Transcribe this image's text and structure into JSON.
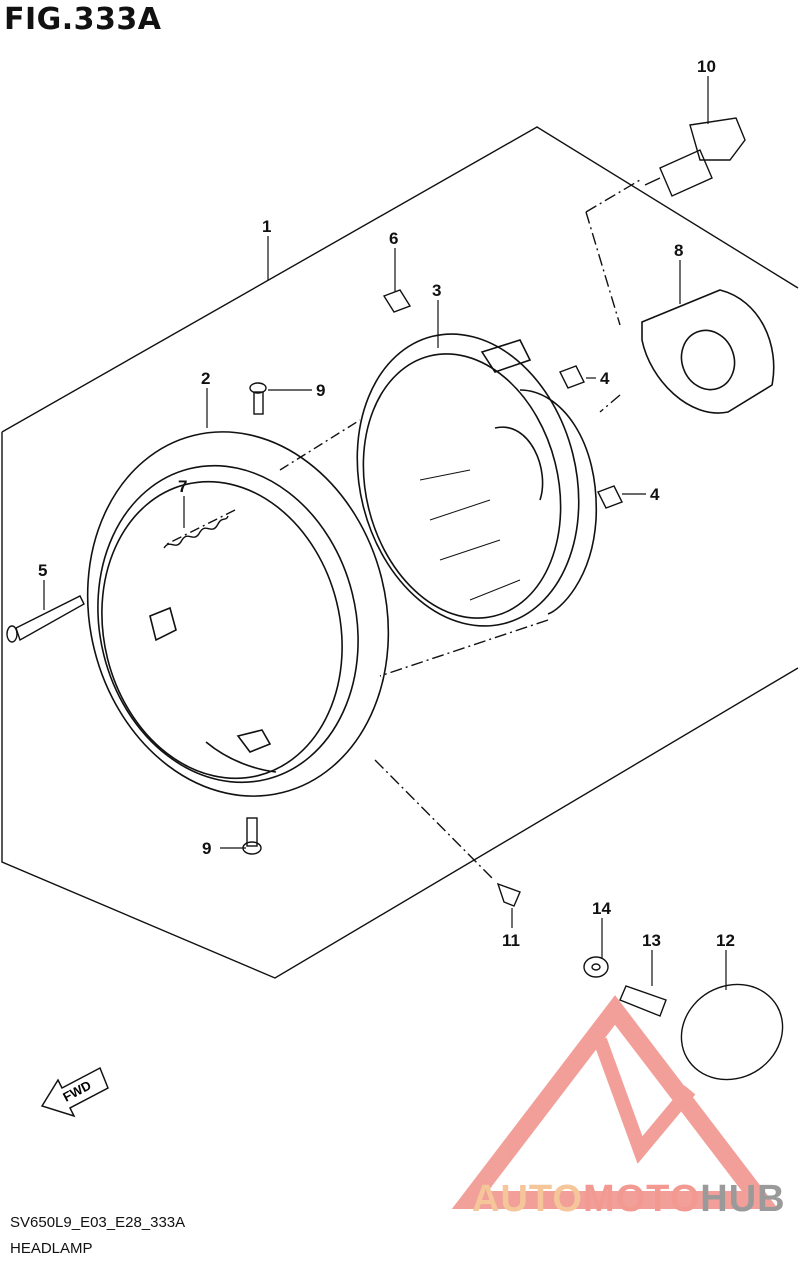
{
  "figure": {
    "title": "FIG.333A",
    "model_code": "SV650L9_E03_E28_333A",
    "caption": "HEADLAMP"
  },
  "callouts": [
    {
      "id": "1",
      "label": "1",
      "part": "headlamp-assembly"
    },
    {
      "id": "2",
      "label": "2",
      "part": "headlamp-rim"
    },
    {
      "id": "3",
      "label": "3",
      "part": "lens-reflector"
    },
    {
      "id": "4a",
      "label": "4",
      "part": "nut-upper"
    },
    {
      "id": "4b",
      "label": "4",
      "part": "nut-lower"
    },
    {
      "id": "5",
      "label": "5",
      "part": "adjuster-screw"
    },
    {
      "id": "6",
      "label": "6",
      "part": "nut-top"
    },
    {
      "id": "7",
      "label": "7",
      "part": "spring"
    },
    {
      "id": "8",
      "label": "8",
      "part": "bulb-socket-cover"
    },
    {
      "id": "9a",
      "label": "9",
      "part": "screw-upper"
    },
    {
      "id": "9b",
      "label": "9",
      "part": "screw-lower"
    },
    {
      "id": "10",
      "label": "10",
      "part": "bulb"
    },
    {
      "id": "11",
      "label": "11",
      "part": "bolt"
    },
    {
      "id": "12",
      "label": "12",
      "part": "cushion"
    },
    {
      "id": "13",
      "label": "13",
      "part": "collar"
    },
    {
      "id": "14",
      "label": "14",
      "part": "washer"
    }
  ],
  "fwd_arrow": {
    "label": "FWD"
  },
  "watermark": {
    "part1": "AUTO",
    "part2": "MOTO",
    "part3": "HUB"
  },
  "colors": {
    "line": "#111111",
    "watermark_red": "#f08f88",
    "watermark_orange": "#f4c69a",
    "watermark_gray": "#9a9a9a"
  }
}
